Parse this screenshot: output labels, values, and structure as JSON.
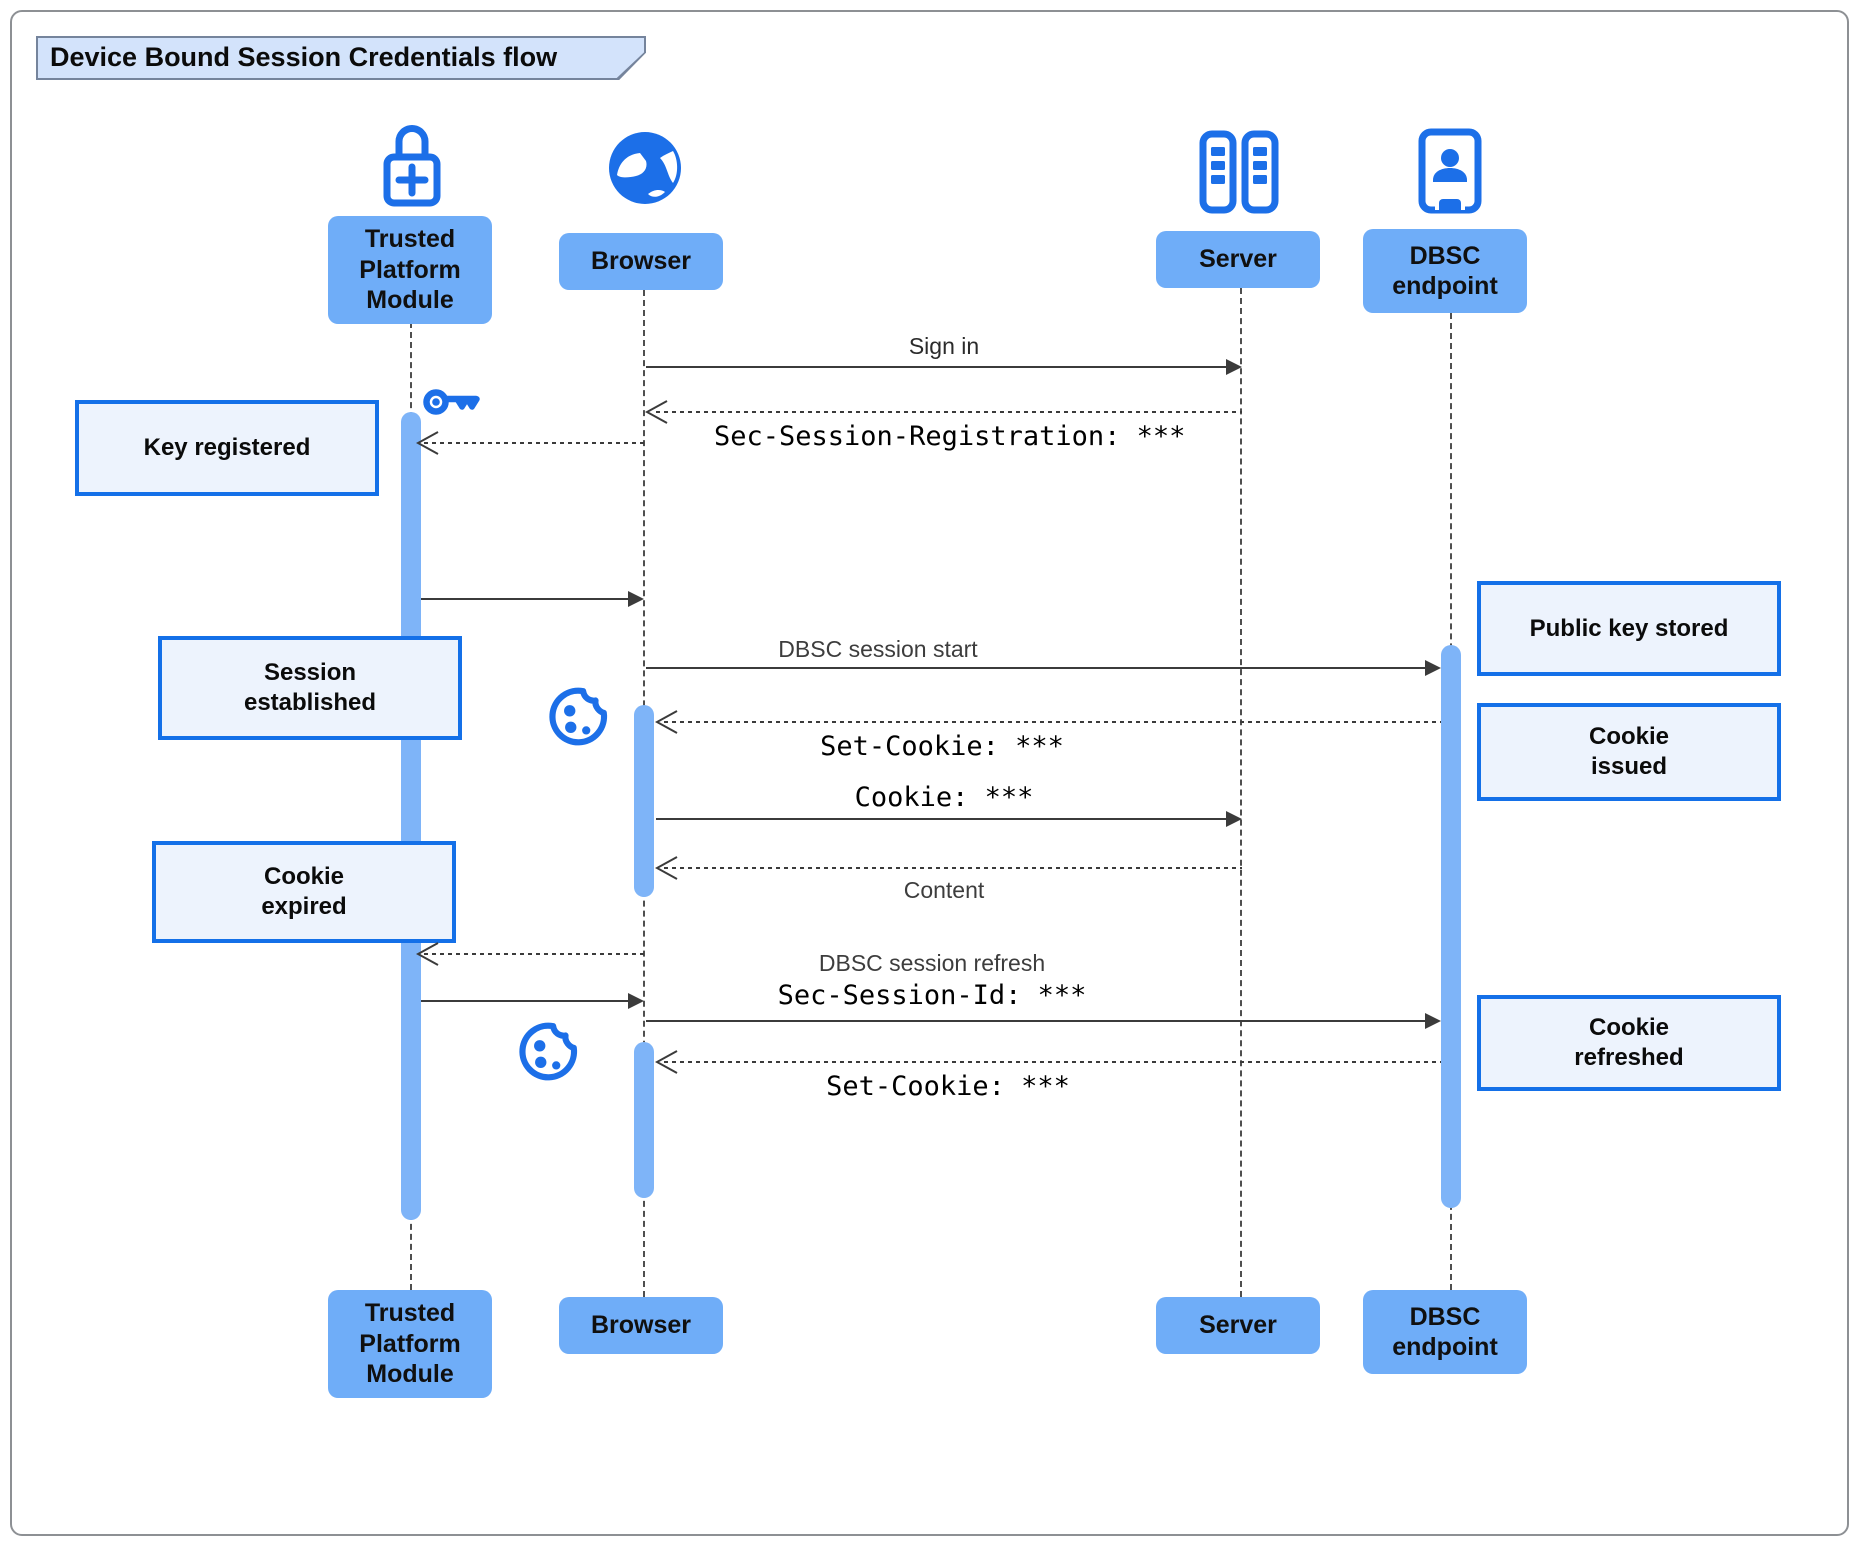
{
  "title": "Device Bound Session Credentials flow",
  "actors": {
    "tpm": "Trusted Platform Module",
    "browser": "Browser",
    "server": "Server",
    "dbsc": "DBSC endpoint"
  },
  "messages": {
    "sign_in": "Sign in",
    "sec_session_registration": "Sec-Session-Registration: ***",
    "dbsc_session_start": "DBSC session start",
    "set_cookie_1": "Set-Cookie: ***",
    "cookie": "Cookie: ***",
    "content": "Content",
    "dbsc_session_refresh": "DBSC session refresh",
    "sec_session_id": "Sec-Session-Id: ***",
    "set_cookie_2": "Set-Cookie: ***"
  },
  "notes": {
    "key_registered": "Key registered",
    "session_established": "Session established",
    "cookie_expired": "Cookie expired",
    "public_key_stored": "Public key stored",
    "cookie_issued": "Cookie issued",
    "cookie_refreshed": "Cookie refreshed"
  },
  "colors": {
    "icon_blue": "#1c6fe8",
    "actor_fill": "#6fadf8",
    "activation_fill": "#7eb4f8",
    "note_fill": "#edf3fd",
    "note_border": "#1470e8",
    "title_tab_fill": "#d3e3fb",
    "message_line": "#3b3b3b"
  }
}
